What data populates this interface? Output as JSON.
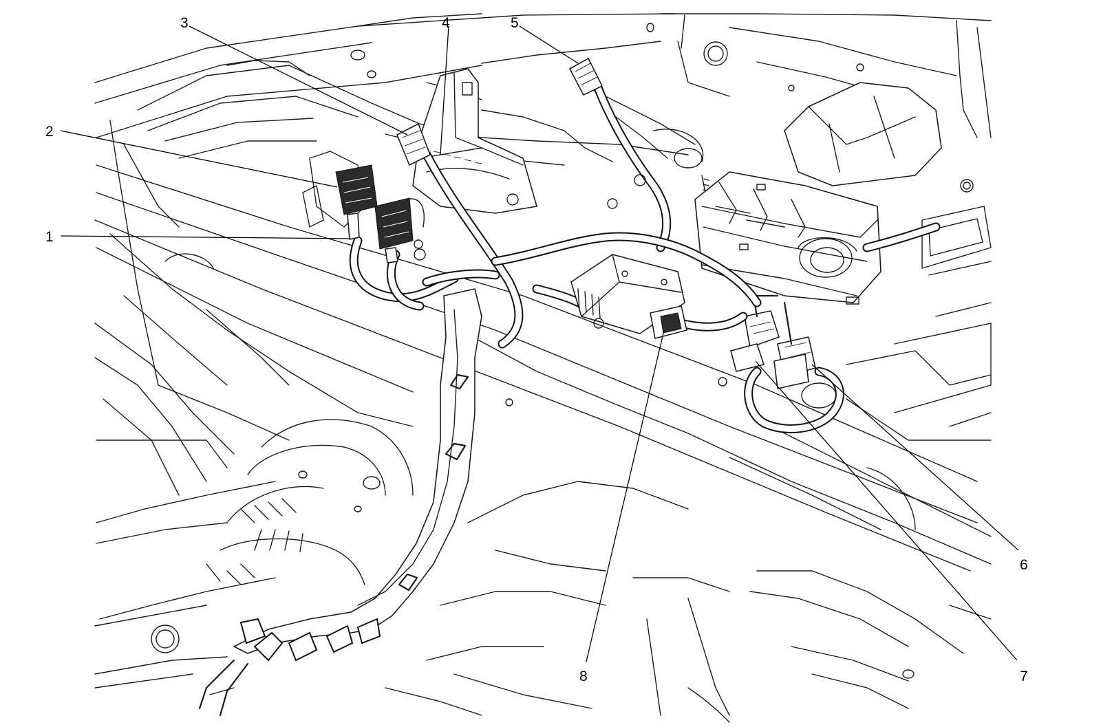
{
  "diagram": {
    "callouts": [
      "1",
      "2",
      "3",
      "4",
      "5",
      "6",
      "7",
      "8"
    ]
  },
  "colors": {
    "line": "#1a1a1a",
    "background": "#ffffff",
    "dark_part": "#2b2b2b"
  }
}
